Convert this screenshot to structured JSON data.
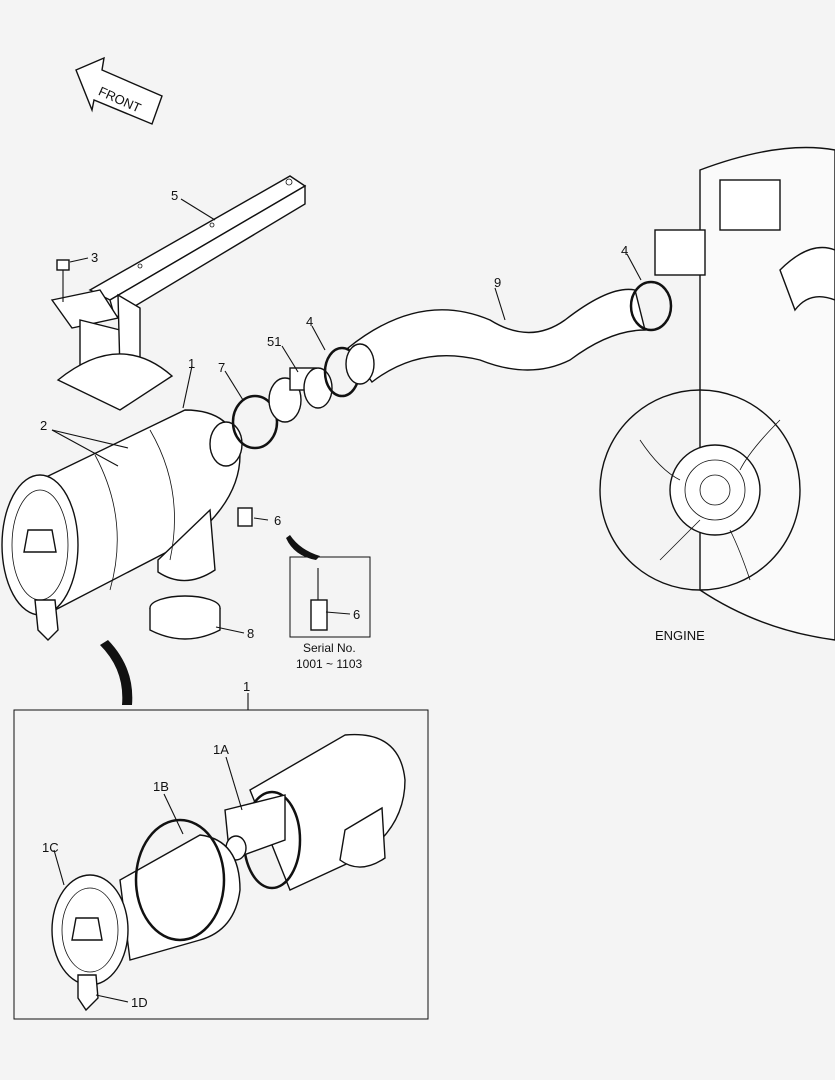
{
  "front_label": "FRONT",
  "engine_label": "ENGINE",
  "serial": {
    "line1": "Serial No.",
    "line2": "1001 ~ 1103"
  },
  "callouts": {
    "c5": "5",
    "c3": "3",
    "c1": "1",
    "c2": "2",
    "c7": "7",
    "c51": "51",
    "c4a": "4",
    "c9": "9",
    "c4b": "4",
    "c6a": "6",
    "c6b": "6",
    "c8": "8",
    "c1box": "1",
    "c1A": "1A",
    "c1B": "1B",
    "c1C": "1C",
    "c1D": "1D"
  }
}
